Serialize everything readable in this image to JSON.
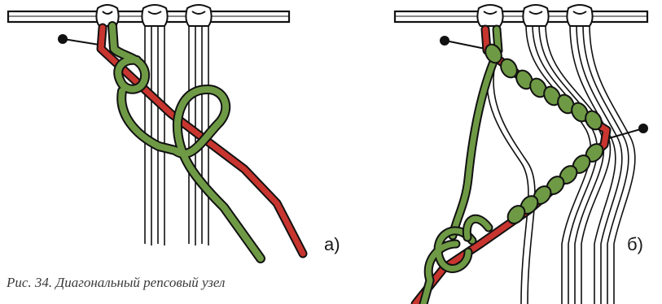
{
  "figure": {
    "caption": "Рис. 34. Диагональный репсовый узел",
    "panels": [
      {
        "id": "a",
        "label": "а)"
      },
      {
        "id": "b",
        "label": "б)"
      }
    ]
  },
  "colors": {
    "holding_cord": "#c8352f",
    "knotting_cord": "#6f9a45",
    "outline": "#111111",
    "bar": "#ffffff"
  },
  "icons": [
    "pin-icon"
  ]
}
